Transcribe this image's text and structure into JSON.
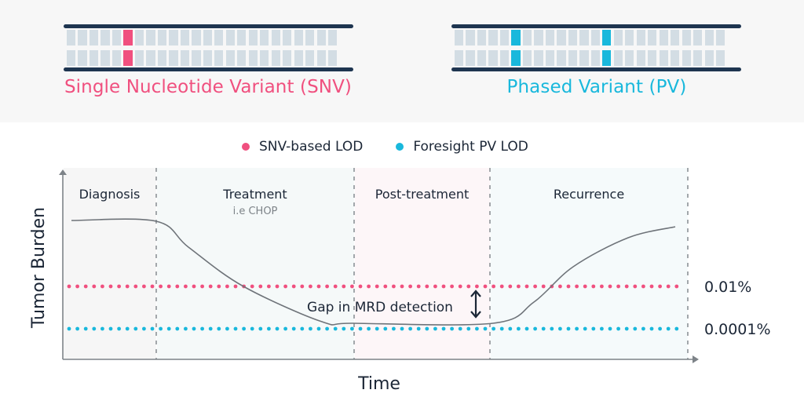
{
  "top": {
    "snv": {
      "label": "Single Nucleotide Variant (SNV)",
      "color": "#f0507f",
      "cells_per_row": 24,
      "variant_positions": [
        5
      ]
    },
    "pv": {
      "label": "Phased Variant (PV)",
      "color": "#19b8dc",
      "cells_per_row": 24,
      "variant_positions": [
        5,
        13
      ]
    },
    "strand_color": "#1e3550",
    "cell_color": "#d3dde4"
  },
  "legend": {
    "items": [
      {
        "label": "SNV-based LOD",
        "color": "#f0507f"
      },
      {
        "label": "Foresight PV LOD",
        "color": "#19b8dc"
      }
    ]
  },
  "chart": {
    "ylabel": "Tumor Burden",
    "xlabel": "Time",
    "phases": [
      {
        "label": "Diagnosis",
        "sublabel": "",
        "fill": "#f6f6f6"
      },
      {
        "label": "Treatment",
        "sublabel": "i.e CHOP",
        "fill": "#f5f9f9"
      },
      {
        "label": "Post-treatment",
        "sublabel": "",
        "fill": "#fdf6f8"
      },
      {
        "label": "Recurrence",
        "sublabel": "",
        "fill": "#f5fafb"
      }
    ],
    "thresholds": [
      {
        "name": "snv-lod",
        "label": "0.01%",
        "color": "#f0507f",
        "level": 0.4
      },
      {
        "name": "pv-lod",
        "label": "0.0001%",
        "color": "#19b8dc",
        "level": 0.16
      }
    ],
    "gap_annotation": "Gap in MRD detection",
    "curve_color": "#6e7379",
    "axis_color": "#7d8388",
    "tumor_burden_curve": [
      [
        0.04,
        0.73
      ],
      [
        0.15,
        0.72
      ],
      [
        0.2,
        0.6
      ],
      [
        0.27,
        0.4
      ],
      [
        0.35,
        0.22
      ],
      [
        0.45,
        0.19
      ],
      [
        0.63,
        0.19
      ],
      [
        0.72,
        0.32
      ],
      [
        0.8,
        0.55
      ],
      [
        0.87,
        0.68
      ],
      [
        0.92,
        0.7
      ]
    ]
  }
}
